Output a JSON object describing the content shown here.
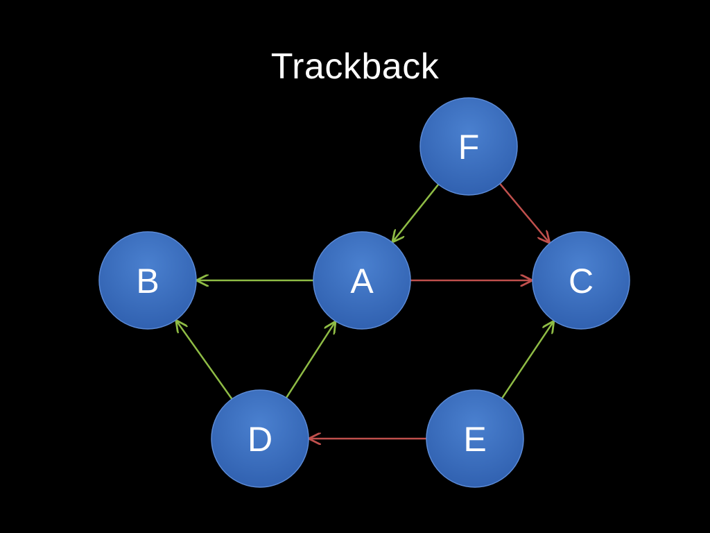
{
  "slide": {
    "title": "Trackback"
  },
  "colors": {
    "background": "#000000",
    "node_fill": "#3a6fc0",
    "node_stroke": "#5b8ad6",
    "text": "#ffffff",
    "edge_green": "#8fbc45",
    "edge_red": "#c0504d"
  },
  "nodes": [
    {
      "id": "A",
      "label": "A"
    },
    {
      "id": "B",
      "label": "B"
    },
    {
      "id": "C",
      "label": "C"
    },
    {
      "id": "D",
      "label": "D"
    },
    {
      "id": "E",
      "label": "E"
    },
    {
      "id": "F",
      "label": "F"
    }
  ],
  "edges": [
    {
      "from": "F",
      "to": "A",
      "color": "green"
    },
    {
      "from": "F",
      "to": "C",
      "color": "red"
    },
    {
      "from": "A",
      "to": "B",
      "color": "green"
    },
    {
      "from": "A",
      "to": "C",
      "color": "red"
    },
    {
      "from": "D",
      "to": "B",
      "color": "green"
    },
    {
      "from": "D",
      "to": "A",
      "color": "green"
    },
    {
      "from": "E",
      "to": "C",
      "color": "green"
    },
    {
      "from": "E",
      "to": "D",
      "color": "red"
    }
  ]
}
